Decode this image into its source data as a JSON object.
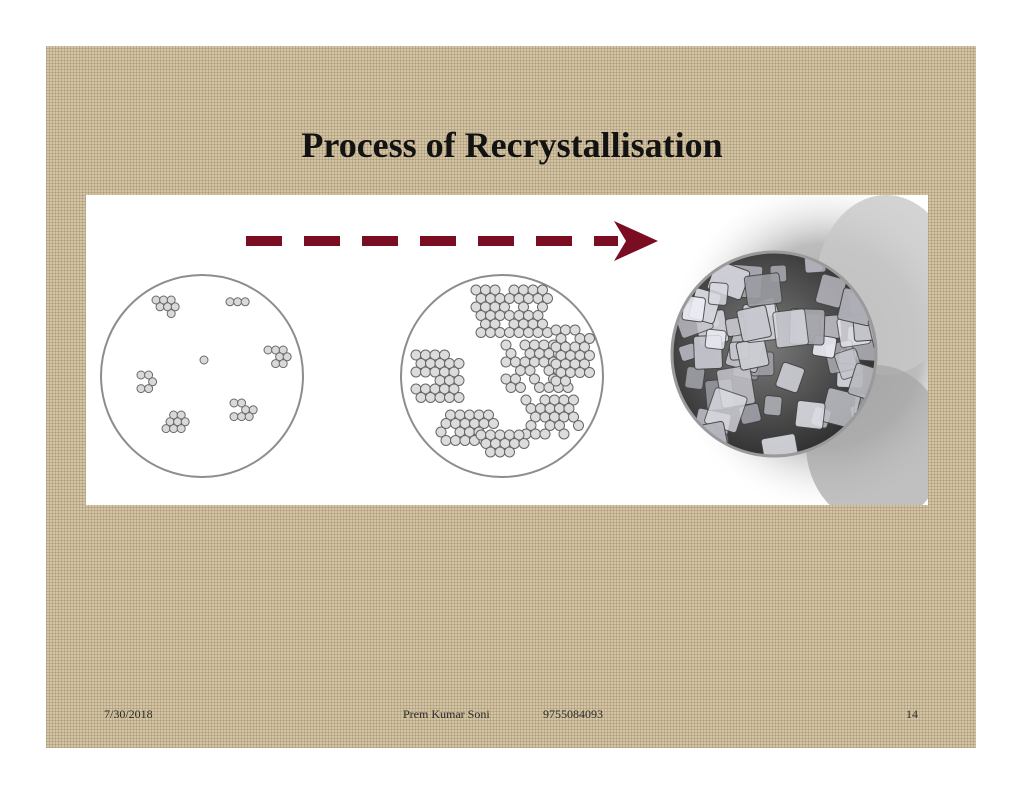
{
  "slide": {
    "title": "Process of Recrystallisation",
    "footer": {
      "date": "7/30/2018",
      "author": "Prem Kumar Soni",
      "phone": "9755084093",
      "page_number": "14"
    }
  },
  "figure": {
    "panels": [
      "scattered-crystal-nuclei",
      "grain-growth",
      "recrystallised-crystals-photo"
    ],
    "arrow_color": "#7a0d22"
  }
}
